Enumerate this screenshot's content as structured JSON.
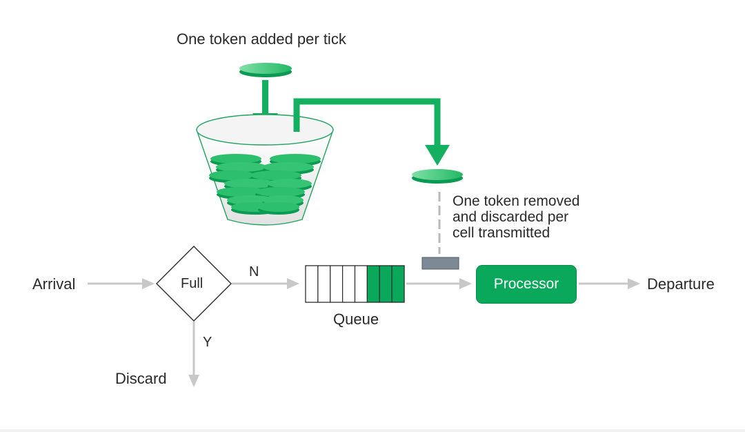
{
  "labels": {
    "token_added": "One token added per tick",
    "token_removed": [
      "One token removed",
      "and discarded per",
      "cell transmitted"
    ],
    "arrival": "Arrival",
    "decision": "Full",
    "no_branch": "N",
    "yes_branch": "Y",
    "discard": "Discard",
    "queue": "Queue",
    "processor": "Processor",
    "departure": "Departure"
  },
  "queue": {
    "empty_slots": 5,
    "filled_slots": 3
  },
  "icons": {
    "bucket": "token-bucket-icon",
    "token": "token-disc-icon",
    "gate": "gate-icon"
  },
  "colors": {
    "token_green": "#0aa85b",
    "token_light": "#5fd18e",
    "arrow_green": "#12b05f",
    "flow_gray": "#c8c8c8",
    "gate_gray": "#7d8a95",
    "text": "#2a2a2a",
    "bucket_outline": "#1fa35f"
  }
}
